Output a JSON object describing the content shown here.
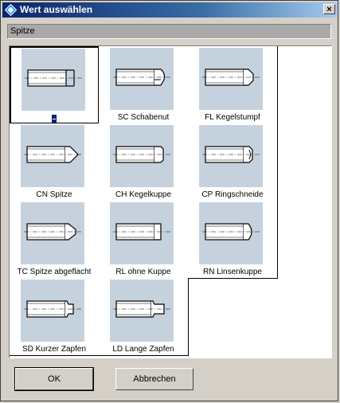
{
  "window": {
    "title": "Wert auswählen",
    "close_label": "×"
  },
  "current_value": "Spitze",
  "options": [
    {
      "label": "",
      "shape": "flat"
    },
    {
      "label": "SC Schabenut",
      "shape": "scoop"
    },
    {
      "label": "FL Kegelstumpf",
      "shape": "frustum"
    },
    {
      "label": "CN Spitze",
      "shape": "cone"
    },
    {
      "label": "CH Kegelkuppe",
      "shape": "chamfer"
    },
    {
      "label": "CP Ringschneide",
      "shape": "cup"
    },
    {
      "label": "TC Spitze abgeflacht",
      "shape": "truncated"
    },
    {
      "label": "RL ohne Kuppe",
      "shape": "plain"
    },
    {
      "label": "RN Linsenkuppe",
      "shape": "round"
    },
    {
      "label": "SD Kurzer Zapfen",
      "shape": "short-dog"
    },
    {
      "label": "LD Lange Zapfen",
      "shape": "long-dog"
    }
  ],
  "selected_index": 0,
  "buttons": {
    "ok": "OK",
    "cancel": "Abbrechen"
  }
}
